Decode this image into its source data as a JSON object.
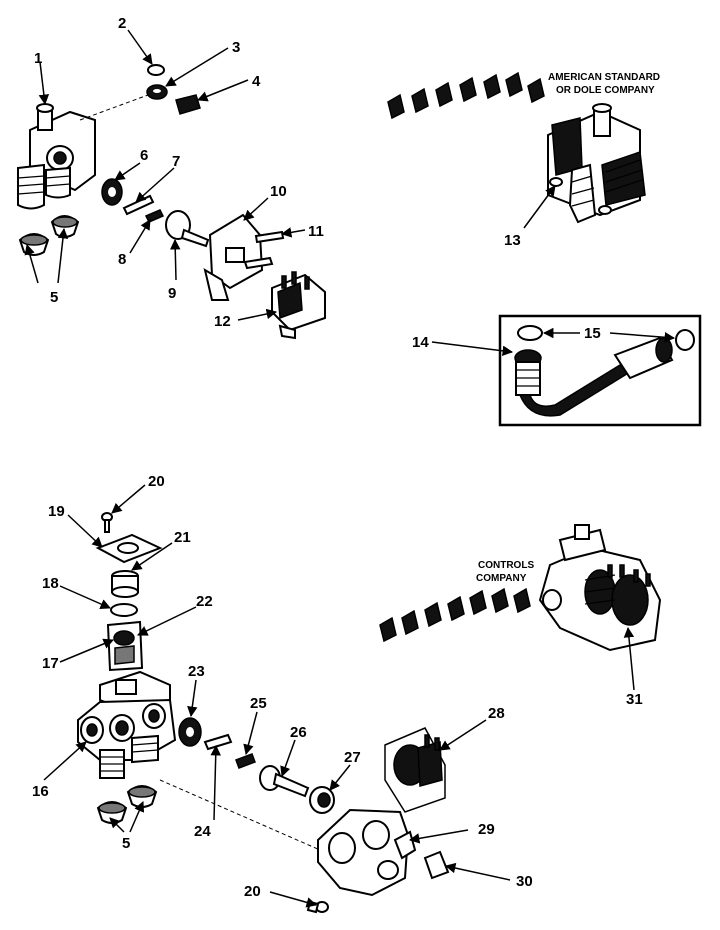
{
  "captions": {
    "american_line1": "AMERICAN STANDARD",
    "american_line2": "OR DOLE COMPANY",
    "controls_line1": "CONTROLS",
    "controls_line2": "COMPANY"
  },
  "callouts": {
    "c1": "1",
    "c2": "2",
    "c3": "3",
    "c4": "4",
    "c5a": "5",
    "c5b": "5",
    "c6": "6",
    "c7": "7",
    "c8": "8",
    "c9": "9",
    "c10": "10",
    "c11": "11",
    "c12": "12",
    "c13": "13",
    "c14": "14",
    "c15": "15",
    "c16": "16",
    "c17": "17",
    "c18": "18",
    "c19": "19",
    "c20a": "20",
    "c20b": "20",
    "c21": "21",
    "c22": "22",
    "c23": "23",
    "c24": "24",
    "c25": "25",
    "c26": "26",
    "c27": "27",
    "c28": "28",
    "c29": "29",
    "c30": "30",
    "c31": "31"
  }
}
